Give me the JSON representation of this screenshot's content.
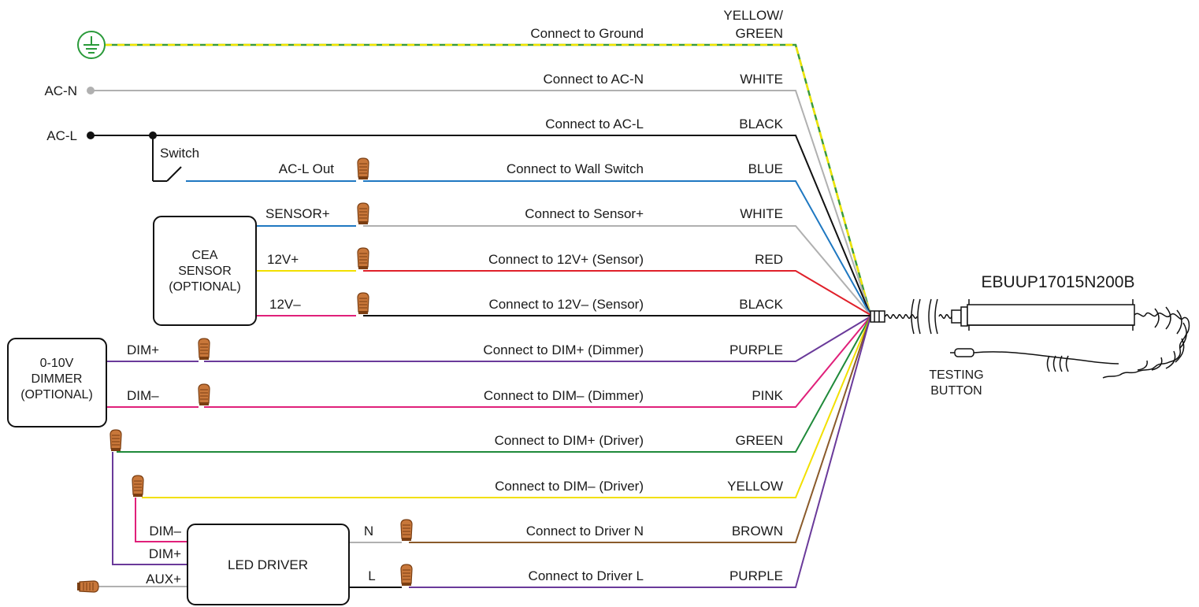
{
  "model": "EBUUP17015N200B",
  "testing_button": [
    "TESTING",
    "BUTTON"
  ],
  "left_labels": {
    "ac_n": "AC-N",
    "ac_l": "AC-L",
    "switch": "Switch",
    "ac_l_out": "AC-L Out"
  },
  "cea_sensor": {
    "lines": [
      "CEA",
      "SENSOR",
      "(OPTIONAL)"
    ],
    "sensor_plus": "SENSOR+",
    "v12_plus": "12V+",
    "v12_minus": "12V–"
  },
  "dimmer": {
    "lines": [
      "0-10V",
      "DIMMER",
      "(OPTIONAL)"
    ],
    "dim_plus": "DIM+",
    "dim_minus": "DIM–"
  },
  "led_driver": {
    "label": "LED DRIVER",
    "dim_minus": "DIM–",
    "dim_plus": "DIM+",
    "aux_plus": "AUX+",
    "n": "N",
    "l": "L"
  },
  "wires": [
    {
      "instruction": "Connect to Ground",
      "color_label": [
        "YELLOW/",
        "GREEN"
      ],
      "color": "#3a9a3a",
      "stripe": "#f2e500"
    },
    {
      "instruction": "Connect to AC-N",
      "color_label": [
        "WHITE"
      ],
      "color": "#b0b0b0"
    },
    {
      "instruction": "Connect to AC-L",
      "color_label": [
        "BLACK"
      ],
      "color": "#111111"
    },
    {
      "instruction": "Connect to Wall Switch",
      "color_label": [
        "BLUE"
      ],
      "color": "#1f78c1"
    },
    {
      "instruction": "Connect to Sensor+",
      "color_label": [
        "WHITE"
      ],
      "color": "#b0b0b0"
    },
    {
      "instruction": "Connect to 12V+ (Sensor)",
      "color_label": [
        "RED"
      ],
      "color": "#e0202a"
    },
    {
      "instruction": "Connect to 12V– (Sensor)",
      "color_label": [
        "BLACK"
      ],
      "color": "#111111"
    },
    {
      "instruction": "Connect to DIM+ (Dimmer)",
      "color_label": [
        "PURPLE"
      ],
      "color": "#6a3a9a"
    },
    {
      "instruction": "Connect to DIM– (Dimmer)",
      "color_label": [
        "PINK"
      ],
      "color": "#e0207a"
    },
    {
      "instruction": "Connect to DIM+ (Driver)",
      "color_label": [
        "GREEN"
      ],
      "color": "#1f8a3a"
    },
    {
      "instruction": "Connect to DIM– (Driver)",
      "color_label": [
        "YELLOW"
      ],
      "color": "#f2e000"
    },
    {
      "instruction": "Connect to Driver N",
      "color_label": [
        "BROWN"
      ],
      "color": "#8a5a2a"
    },
    {
      "instruction": "Connect to Driver L",
      "color_label": [
        "PURPLE"
      ],
      "color": "#6a3a9a"
    }
  ],
  "colors": {
    "nut": "#c8773a",
    "nut_dark": "#7a3e12",
    "ground_icon": "#2a9a3a",
    "yellow_wire": "#f2e000",
    "pink_wire": "#e0207a",
    "blue_wire": "#1f78c1",
    "grey_wire": "#b0b0b0",
    "purple_wire": "#6a3a9a"
  }
}
